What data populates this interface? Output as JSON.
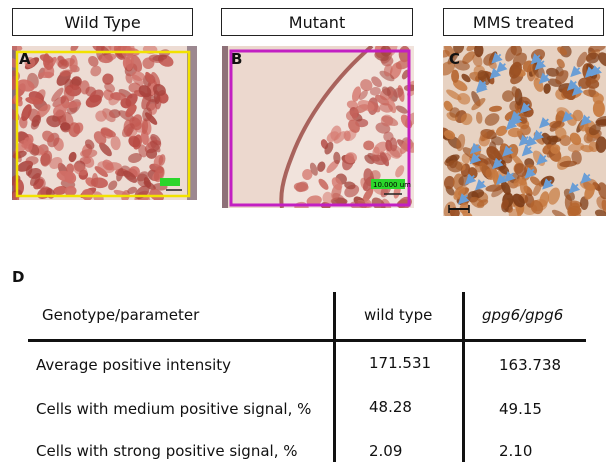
{
  "panels": [
    {
      "title": "Wild Type",
      "letter": "A",
      "scale_label": ""
    },
    {
      "title": "Mutant",
      "letter": "B",
      "scale_label": "10.000 um"
    },
    {
      "title": "MMS treated",
      "letter": "C",
      "scale_label": ""
    }
  ],
  "table": {
    "label": "D",
    "headers": [
      "Genotype/parameter",
      "wild type",
      "gpg6/gpg6"
    ],
    "rows": [
      [
        "Average positive intensity",
        "171.531",
        "163.738"
      ],
      [
        "Cells with medium positive signal, %",
        "48.28",
        "49.15"
      ],
      [
        "Cells with strong positive signal, %",
        "2.09",
        "2.10"
      ]
    ]
  },
  "colors": {
    "frame_a": "#f2e200",
    "frame_b": "#c21fc2",
    "arrow": "#6a9ed6",
    "scale_green": "#2bd62b"
  }
}
